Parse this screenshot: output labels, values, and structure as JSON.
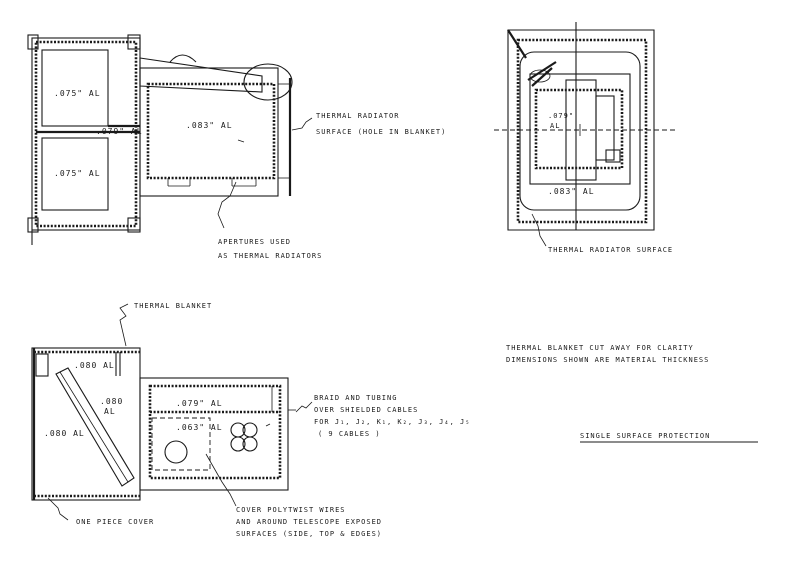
{
  "top_left_view": {
    "panel_upper": ".075\" AL",
    "panel_lower": ".075\" AL",
    "junction": ".079\" AL",
    "center_panel": ".083\" AL",
    "radiator_note_1": "THERMAL RADIATOR",
    "radiator_note_2": "SURFACE (HOLE IN BLANKET)",
    "apertures_note_1": "APERTURES USED",
    "apertures_note_2": "AS THERMAL RADIATORS"
  },
  "top_right_view": {
    "inner_label_1": ".079\"",
    "inner_label_2": "AL",
    "bottom_label": ".083\" AL",
    "radiator_surface": "THERMAL RADIATOR SURFACE"
  },
  "bottom_left_view": {
    "blanket_label": "THERMAL BLANKET",
    "top_strip": ".080 AL",
    "diag_panel_1": ".080",
    "diag_panel_2": "AL",
    "left_panel": ".080 AL",
    "upper_right": ".079\" AL",
    "inner_panel": ".063\" AL",
    "braid_note_1": "BRAID AND TUBING",
    "braid_note_2": "OVER SHIELDED CABLES",
    "braid_note_3": "FOR J₁, J₂, K₁, K₂, J₃, J₄, J₅",
    "braid_note_4": "( 9 CABLES )",
    "cover_label": "ONE PIECE COVER",
    "polytwist_1": "COVER POLYTWIST WIRES",
    "polytwist_2": "AND AROUND TELESCOPE EXPOSED",
    "polytwist_3": "SURFACES (SIDE, TOP & EDGES)"
  },
  "notes": {
    "line_1": "THERMAL BLANKET CUT AWAY FOR CLARITY",
    "line_2": "DIMENSIONS SHOWN ARE MATERIAL THICKNESS",
    "title": "SINGLE SURFACE PROTECTION"
  }
}
